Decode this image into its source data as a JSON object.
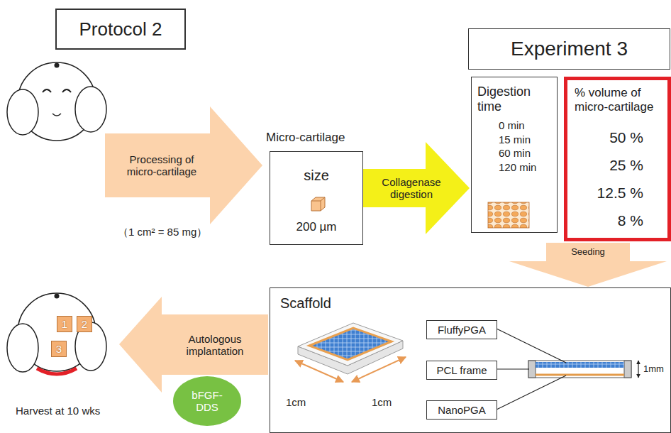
{
  "diagram": {
    "nodes": [
      {
        "text": [
          "Protocol 2"
        ]
      },
      {
        "text": [
          "Processing of micro-cartilage"
        ]
      },
      {
        "text": [
          "Micro-cartilage",
          "size",
          "200 µm"
        ]
      },
      {
        "text": [
          "Collagenase digestion"
        ]
      },
      {
        "text": [
          "Experiment 3"
        ]
      },
      {
        "text": [
          "Digestion time",
          "0 min",
          "15 min",
          "60 min",
          "120 min"
        ]
      },
      {
        "text": [
          "% volume of micro-cartilage",
          "50 %",
          "25 %",
          "12.5 %",
          "8 %"
        ]
      },
      {
        "text": [
          "Seeding"
        ]
      },
      {
        "text": [
          "Scaffold"
        ]
      },
      {
        "text": [
          "FluffyPGA"
        ],
        "in": 8
      },
      {
        "text": [
          "PCL frame"
        ],
        "in": 8
      },
      {
        "text": [
          "NanoPGA"
        ],
        "in": 8
      },
      {
        "text": [
          "1"
        ]
      },
      {
        "text": [
          "2"
        ]
      },
      {
        "text": [
          "3"
        ]
      },
      {
        "text": [
          "Autologous implantation"
        ]
      },
      {
        "text": [
          "bFGF-DDS"
        ]
      }
    ],
    "labels": [
      "（1 cm² = 85 mg）",
      "Harvest at 10 wks",
      "1cm",
      "1cm",
      "1mm"
    ]
  }
}
